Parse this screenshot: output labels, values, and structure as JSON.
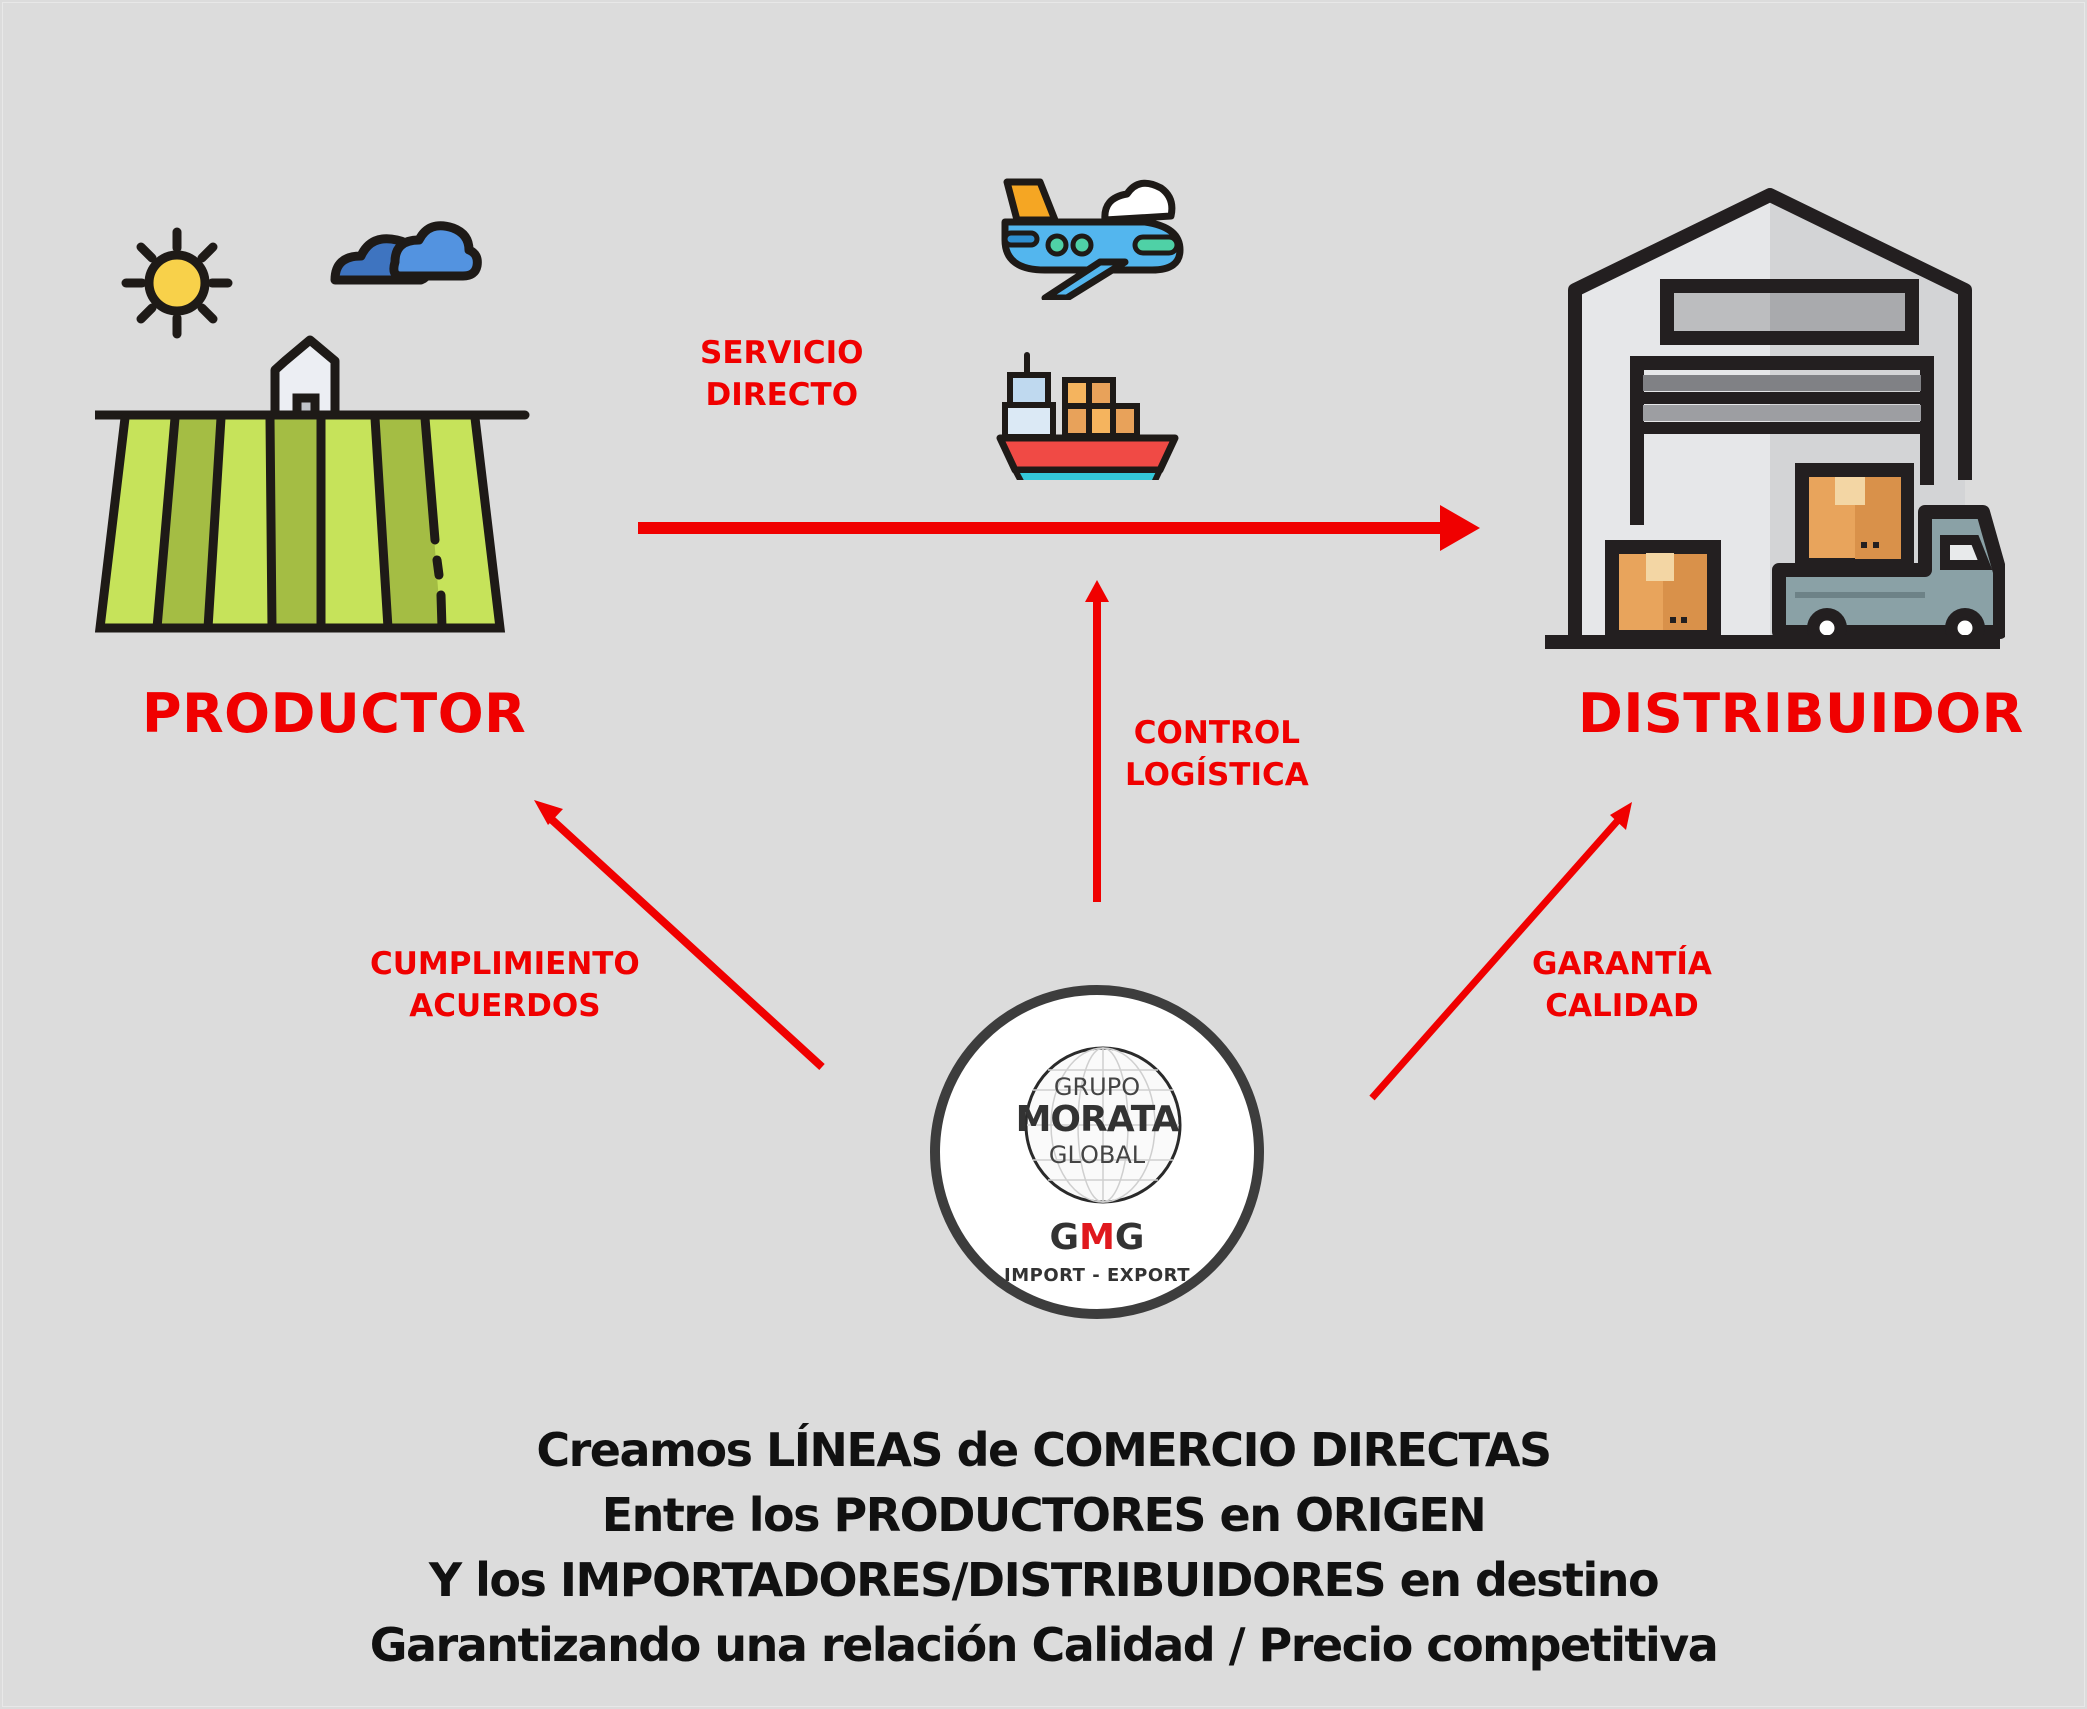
{
  "nodes": {
    "producer": {
      "label": "PRODUCTOR",
      "icon": "farm-field-icon"
    },
    "distributor": {
      "label": "DISTRIBUIDOR",
      "icon": "warehouse-truck-icon"
    },
    "center": {
      "icon": "grupo-morata-global-logo",
      "logo_line1": "GRUPO",
      "logo_line2": "MORATA",
      "logo_line3": "GLOBAL",
      "abbr_prefix": "G",
      "abbr_highlight": "M",
      "abbr_suffix": "G",
      "tagline": "IMPORT - EXPORT"
    }
  },
  "edges": {
    "direct_service": {
      "line1": "SERVICIO",
      "line2": "DIRECTO",
      "from": "PRODUCTOR",
      "to": "DISTRIBUIDOR"
    },
    "logistics_control": {
      "line1": "CONTROL",
      "line2": "LOGÍSTICA",
      "from": "GMG",
      "to": "SERVICIO DIRECTO"
    },
    "agreements": {
      "line1": "CUMPLIMIENTO",
      "line2": "ACUERDOS",
      "from": "GMG",
      "to": "PRODUCTOR"
    },
    "quality": {
      "line1": "GARANTÍA",
      "line2": "CALIDAD",
      "from": "GMG",
      "to": "DISTRIBUIDOR"
    }
  },
  "transport_icons": [
    "airplane-icon",
    "cargo-ship-icon"
  ],
  "caption": {
    "lines": [
      "Creamos LÍNEAS de COMERCIO DIRECTAS",
      "Entre los PRODUCTORES en ORIGEN",
      "Y los IMPORTADORES/DISTRIBUIDORES en destino",
      "Garantizando una relación Calidad / Precio competitiva"
    ]
  },
  "colors": {
    "background": "#dcdcdc",
    "accent_red": "#f00000",
    "text_dark": "#111111",
    "logo_ring": "#3d3d3d"
  }
}
